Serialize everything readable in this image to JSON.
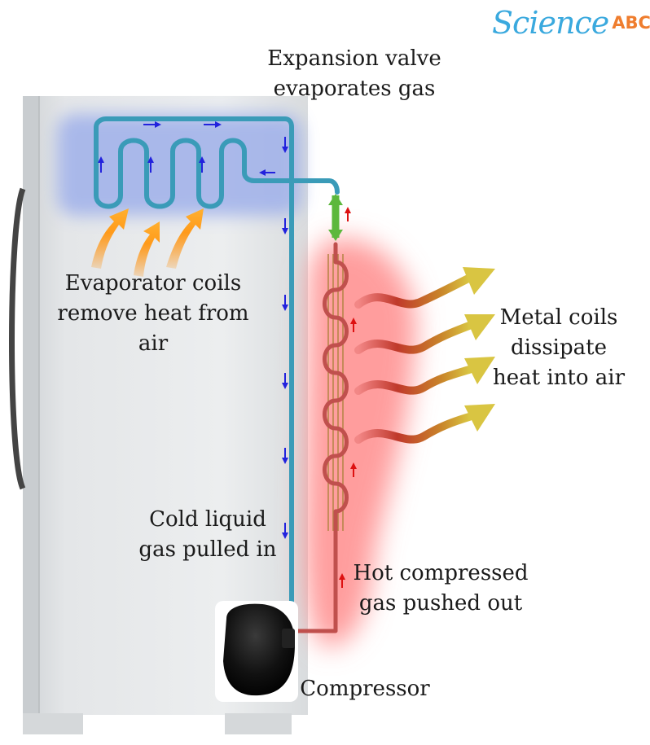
{
  "brand": {
    "script": "Science",
    "suffix": "ABC"
  },
  "colors": {
    "cold_pipe": "#3a9bb8",
    "hot_pipe": "#c0504d",
    "flow_arrow_cold": "#2222dd",
    "flow_arrow_hot": "#dd1111",
    "valve": "#5cb83c",
    "cold_zone": "#9fb0ea",
    "hot_zone": "#ff8c8c"
  },
  "labels": {
    "expansion_valve": [
      "Expansion valve",
      "evaporates gas"
    ],
    "evaporator": [
      "Evaporator coils",
      "remove heat from",
      "air"
    ],
    "metal_coils": [
      "Metal coils",
      "dissipate",
      "heat into air"
    ],
    "cold_liquid": [
      "Cold liquid",
      "gas pulled in"
    ],
    "hot_gas": [
      "Hot compressed",
      "gas pushed out"
    ],
    "compressor": "Compressor"
  },
  "icons": {
    "flow_arrow": "arrow-icon",
    "heat_arrow": "heat-arrow-icon",
    "heat_wave": "heat-wave-icon"
  }
}
